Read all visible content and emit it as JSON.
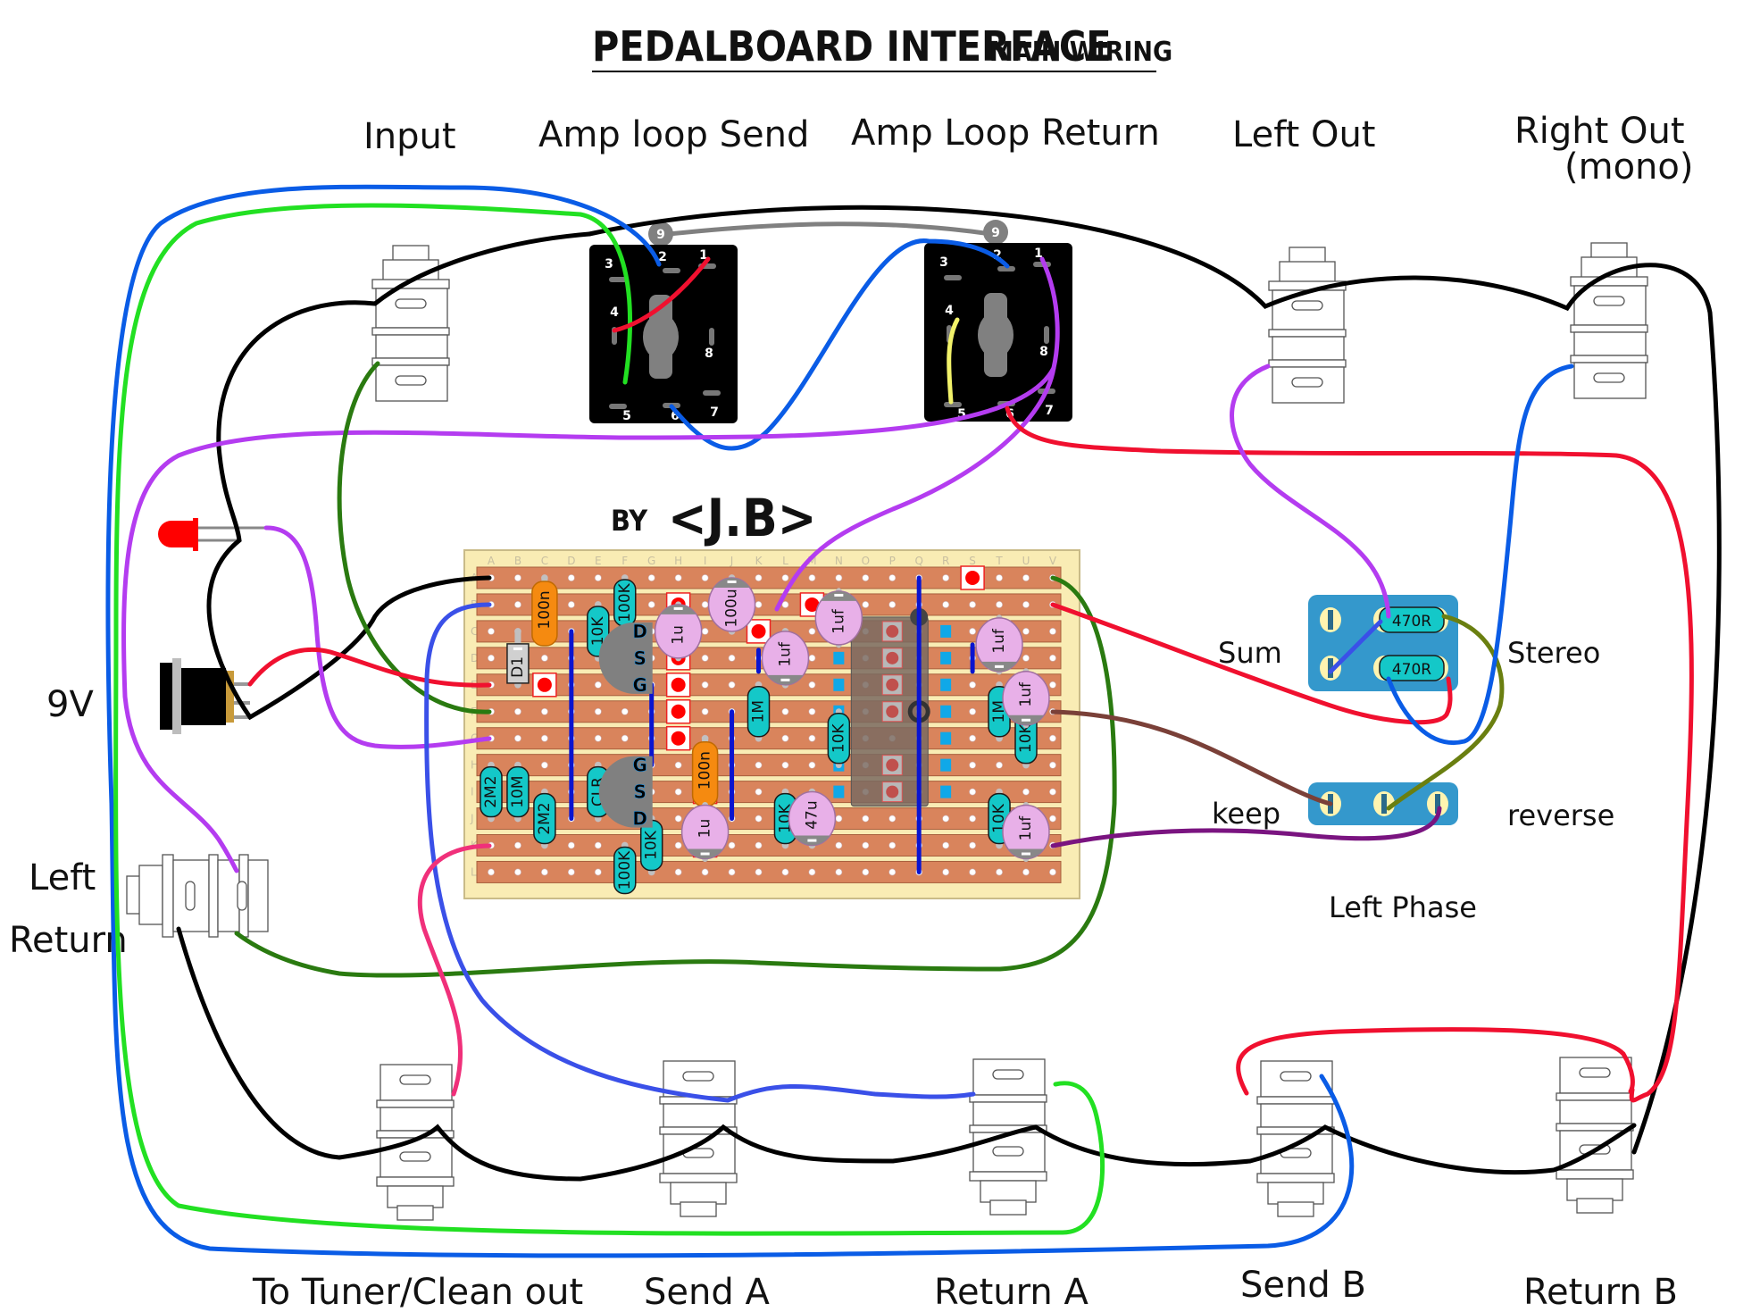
{
  "title": {
    "main": "PEDALBOARD INTERFACE",
    "sub": "MAIN WIRING"
  },
  "credit": {
    "by": "BY",
    "author": "<J.B>"
  },
  "jacks_top": [
    {
      "id": "input",
      "label": "Input"
    },
    {
      "id": "amp-loop-send",
      "label": "Amp loop Send"
    },
    {
      "id": "amp-loop-return",
      "label": "Amp Loop Return"
    },
    {
      "id": "left-out",
      "label": "Left Out"
    },
    {
      "id": "right-out",
      "label": "Right Out",
      "label2": "(mono)"
    }
  ],
  "jacks_bottom": [
    {
      "id": "tuner",
      "label": "To Tuner/Clean out"
    },
    {
      "id": "send-a",
      "label": "Send A"
    },
    {
      "id": "return-a",
      "label": "Return A"
    },
    {
      "id": "send-b",
      "label": "Send B"
    },
    {
      "id": "return-b",
      "label": "Return B"
    }
  ],
  "left_labels": {
    "power": "9V",
    "left_return_1": "Left",
    "left_return_2": "Return"
  },
  "switches": {
    "stereo": {
      "left": "Sum",
      "right": "Stereo",
      "resistors": [
        "470R",
        "470R"
      ]
    },
    "phase": {
      "left": "keep",
      "right": "reverse",
      "caption": "Left Phase"
    }
  },
  "dpdt_pins": [
    "1",
    "2",
    "3",
    "4",
    "5",
    "6",
    "7",
    "8",
    "9"
  ],
  "board": {
    "columns": [
      "A",
      "B",
      "C",
      "D",
      "E",
      "F",
      "G",
      "H",
      "I",
      "J",
      "K",
      "L",
      "M",
      "N",
      "O",
      "P",
      "Q",
      "R",
      "S",
      "T",
      "U",
      "V"
    ],
    "rows": [
      "A",
      "B",
      "C",
      "D",
      "E",
      "F",
      "G",
      "H",
      "I",
      "J",
      "K",
      "L"
    ],
    "resistors": [
      {
        "label": "10K",
        "col": 4,
        "r1": 1,
        "r2": 3
      },
      {
        "label": "100K",
        "col": 5,
        "r1": 0,
        "r2": 1.5
      },
      {
        "label": "1M",
        "col": 10,
        "r1": 4,
        "r2": 6
      },
      {
        "label": "10K",
        "col": 13,
        "r1": 5,
        "r2": 7
      },
      {
        "label": "1M",
        "col": 19,
        "r1": 4,
        "r2": 6
      },
      {
        "label": "10K",
        "col": 20,
        "r1": 5,
        "r2": 7
      },
      {
        "label": "10K",
        "col": 19,
        "r1": 8,
        "r2": 10
      },
      {
        "label": "2M2",
        "col": 0,
        "r1": 7,
        "r2": 9
      },
      {
        "label": "10M",
        "col": 1,
        "r1": 7,
        "r2": 9
      },
      {
        "label": "2M2",
        "col": 2,
        "r1": 8,
        "r2": 10
      },
      {
        "label": "CLR",
        "col": 4,
        "r1": 7,
        "r2": 9
      },
      {
        "label": "10K",
        "col": 6,
        "r1": 9,
        "r2": 11
      },
      {
        "label": "100K",
        "col": 5,
        "r1": 10,
        "r2": 11.5
      },
      {
        "label": "10K",
        "col": 11,
        "r1": 8,
        "r2": 10
      }
    ],
    "film_caps": [
      {
        "label": "100n",
        "col": 2,
        "r1": 0,
        "r2": 2
      },
      {
        "label": "100n",
        "col": 8,
        "r1": 6,
        "r2": 8
      }
    ],
    "electrolytics": [
      {
        "label": "1u",
        "col": 7,
        "row": 2,
        "neg": "top"
      },
      {
        "label": "100u",
        "col": 9,
        "row": 1,
        "neg": "top"
      },
      {
        "label": "1uf",
        "col": 11,
        "row": 3,
        "neg": "bottom"
      },
      {
        "label": "1uf",
        "col": 13,
        "row": 1.5,
        "neg": "top"
      },
      {
        "label": "1uf",
        "col": 19,
        "row": 2.5,
        "neg": "bottom"
      },
      {
        "label": "1uf",
        "col": 20,
        "row": 4.5,
        "neg": "bottom"
      },
      {
        "label": "1u",
        "col": 8,
        "row": 9.5,
        "neg": "bottom"
      },
      {
        "label": "47u",
        "col": 12,
        "row": 9,
        "neg": "bottom"
      },
      {
        "label": "1uf",
        "col": 20,
        "row": 9.5,
        "neg": "bottom"
      }
    ],
    "diode": {
      "label": "D1",
      "col": 1,
      "r1": 2,
      "r2": 4
    },
    "jfets": [
      {
        "col": 5.5,
        "row": 3,
        "pins": [
          "D",
          "S",
          "G"
        ]
      },
      {
        "col": 5.5,
        "row": 8,
        "pins": [
          "G",
          "S",
          "D"
        ]
      }
    ],
    "links": [
      {
        "col": 3,
        "r1": 2,
        "r2": 9
      },
      {
        "col": 6,
        "r1": 4,
        "r2": 7
      },
      {
        "col": 9,
        "r1": 5,
        "r2": 9
      },
      {
        "col": 10,
        "r1": 2.7,
        "r2": 3.5
      },
      {
        "col": 16,
        "r1": 0,
        "r2": 11
      },
      {
        "col": 18,
        "r1": 2.5,
        "r2": 3.5
      }
    ],
    "cuts": [
      {
        "col": 18,
        "row": 0
      },
      {
        "col": 7,
        "row": 1
      },
      {
        "col": 12,
        "row": 1
      },
      {
        "col": 10,
        "row": 2
      },
      {
        "col": 7,
        "row": 3
      },
      {
        "col": 2,
        "row": 4
      },
      {
        "col": 7,
        "row": 4
      },
      {
        "col": 7,
        "row": 5
      },
      {
        "col": 7,
        "row": 6
      },
      {
        "col": 8,
        "row": 7
      },
      {
        "col": 8,
        "row": 8
      },
      {
        "col": 8,
        "row": 10
      }
    ],
    "ic": {
      "col1": 14,
      "col2": 15,
      "r1": 2,
      "r2": 8
    }
  },
  "wire_colors": {
    "black": "#000000",
    "blue": "#0a5ce6",
    "green": "#22e022",
    "red": "#f0102f",
    "purple": "#b43cf0",
    "darkgreen": "#2a7a10",
    "gray": "#808080",
    "yellow": "#f2f26a",
    "brown": "#7a4038",
    "plum": "#7a1480",
    "pink": "#f0307a",
    "olive": "#6a7f10",
    "indigo": "#3a50e8"
  }
}
